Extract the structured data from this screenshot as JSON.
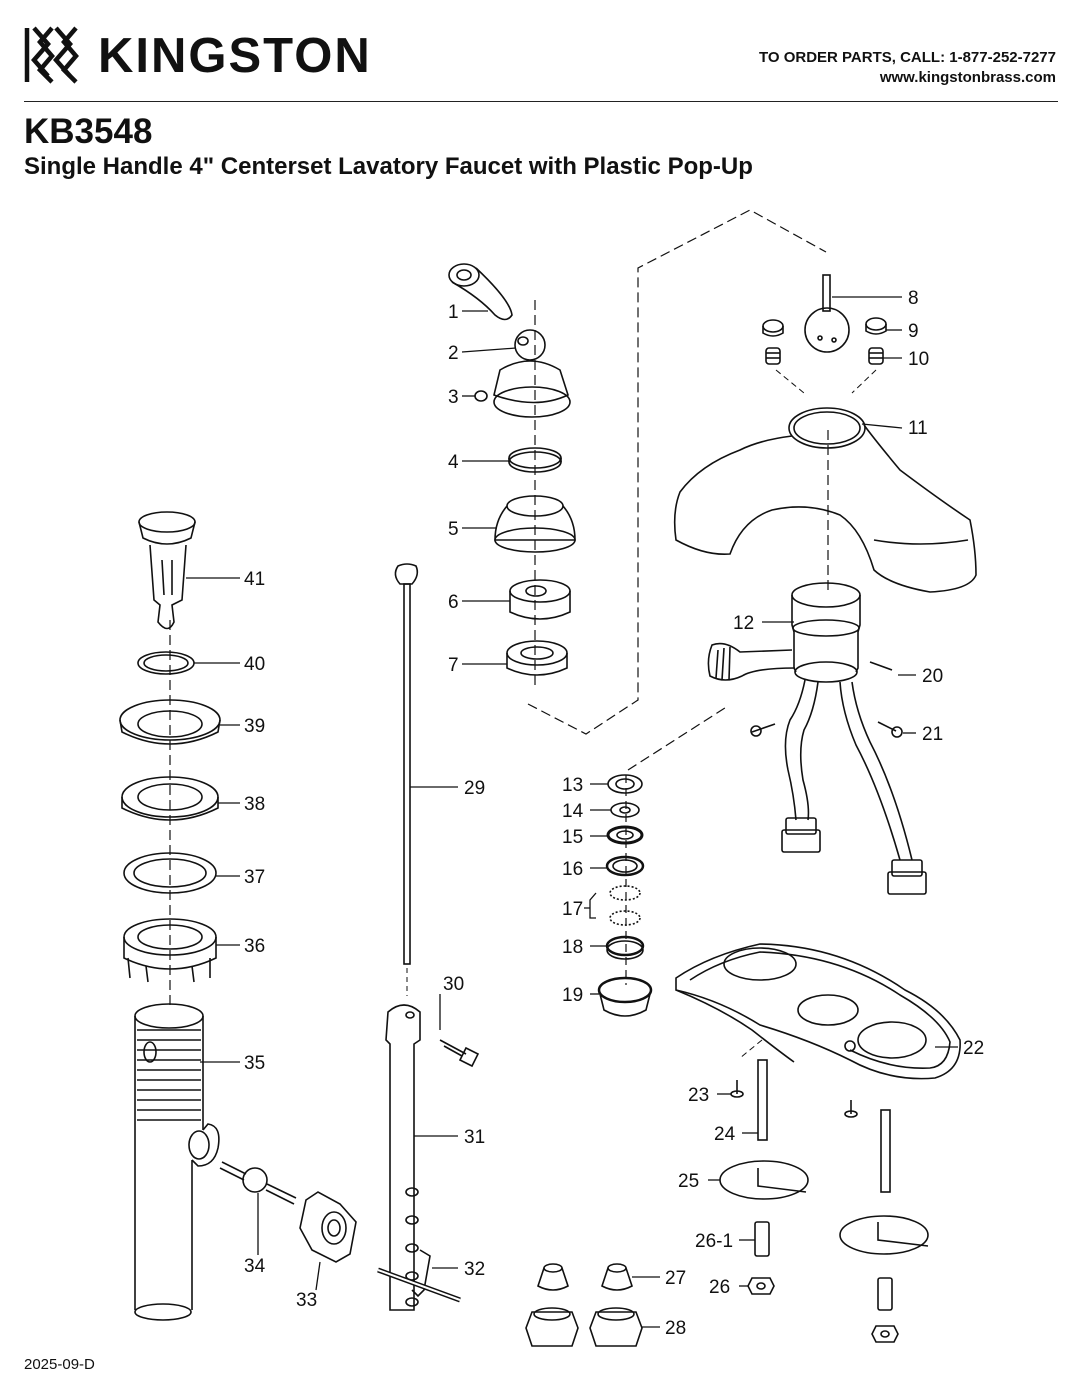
{
  "brand": {
    "name": "KINGSTON",
    "logo": "kingston-k-logo"
  },
  "order": {
    "phone_line": "TO ORDER PARTS, CALL: 1-877-252-7277",
    "website": "www.kingstonbrass.com"
  },
  "product": {
    "model": "KB3548",
    "title": "Single Handle 4\" Centerset Lavatory Faucet with Plastic Pop-Up"
  },
  "footer": {
    "doc_code": "2025-09-D"
  },
  "callouts": {
    "c1": "1",
    "c2": "2",
    "c3": "3",
    "c4": "4",
    "c5": "5",
    "c6": "6",
    "c7": "7",
    "c8": "8",
    "c9": "9",
    "c10": "10",
    "c11": "11",
    "c12": "12",
    "c13": "13",
    "c14": "14",
    "c15": "15",
    "c16": "16",
    "c17": "17",
    "c18": "18",
    "c19": "19",
    "c20": "20",
    "c21": "21",
    "c22": "22",
    "c23": "23",
    "c24": "24",
    "c25": "25",
    "c26_1": "26-1",
    "c26": "26",
    "c27": "27",
    "c28": "28",
    "c29": "29",
    "c30": "30",
    "c31": "31",
    "c32": "32",
    "c33": "33",
    "c34": "34",
    "c35": "35",
    "c36": "36",
    "c37": "37",
    "c38": "38",
    "c39": "39",
    "c40": "40",
    "c41": "41"
  }
}
